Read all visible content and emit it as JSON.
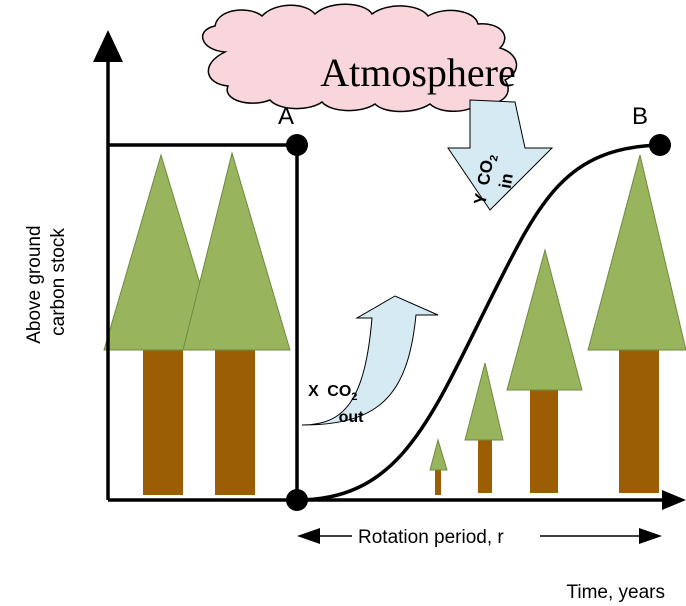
{
  "atmosphere": {
    "label": "Atmosphere"
  },
  "points": {
    "a": "A",
    "b": "B"
  },
  "arrows": {
    "co2_in": {
      "prefix": "Y",
      "main": "CO",
      "subscript": "2",
      "suffix": "in"
    },
    "co2_out": {
      "prefix": "X",
      "main": "CO",
      "subscript": "2",
      "suffix": "out"
    }
  },
  "axes": {
    "y_label_line1": "Above ground",
    "y_label_line2": "carbon stock",
    "x_label": "Time, years"
  },
  "rotation": {
    "label": "Rotation period, r"
  },
  "colors": {
    "cloud_fill": "#f8d6dc",
    "arrow_fill": "#d5eaf2",
    "tree_crown": "#98b45d",
    "tree_trunk": "#9c5e04",
    "line": "#000000"
  }
}
